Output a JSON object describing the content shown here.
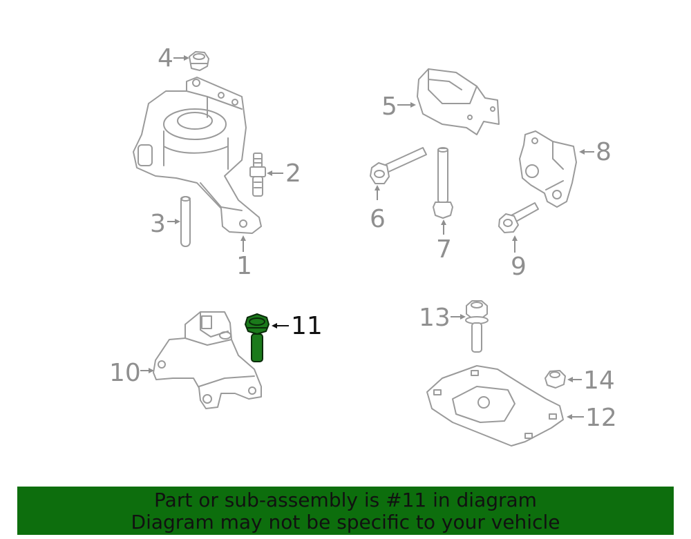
{
  "callouts": {
    "c1": "1",
    "c2": "2",
    "c3": "3",
    "c4": "4",
    "c5": "5",
    "c6": "6",
    "c7": "7",
    "c8": "8",
    "c9": "9",
    "c10": "10",
    "c11": "11",
    "c12": "12",
    "c13": "13",
    "c14": "14"
  },
  "highlighted_part": "11",
  "colors": {
    "highlight_fill": "#1b7a1b",
    "banner_bg": "#0d6e0d",
    "line_gray": "#9a9a9a"
  },
  "banner": {
    "line1": "Part or sub-assembly is #11 in diagram",
    "line2": "Diagram may not be specific to your vehicle"
  }
}
